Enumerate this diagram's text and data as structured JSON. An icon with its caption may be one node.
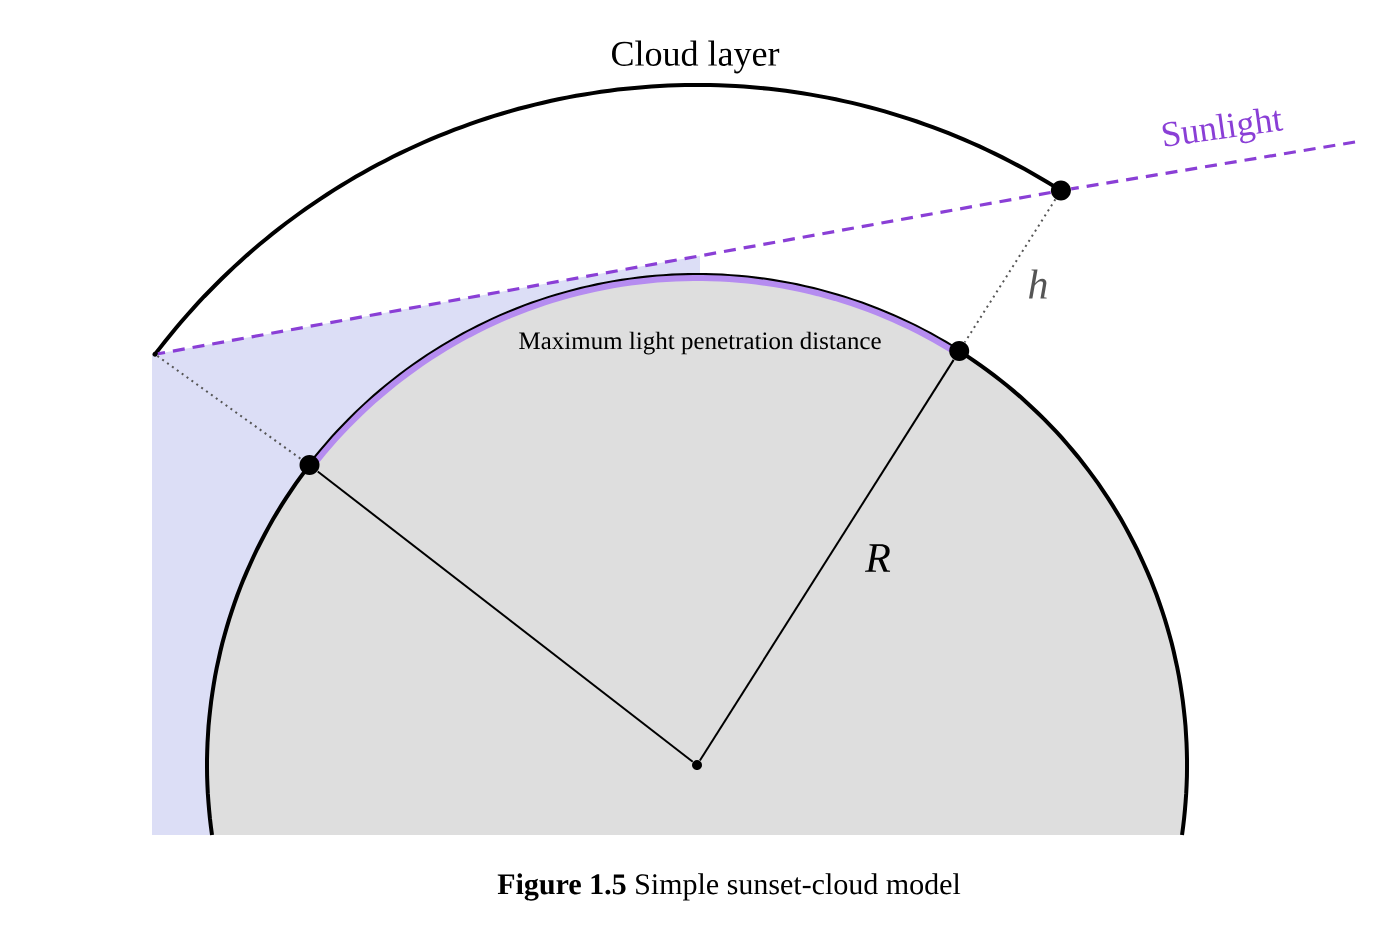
{
  "diagram": {
    "caption": "**Figure 1.5** Simple sunset-cloud model",
    "nodes": [
      {
        "text": [],
        "shape": "circle"
      },
      {
        "text": [],
        "shape": "circle"
      },
      {
        "text": [],
        "shape": "circle"
      },
      {
        "text": [],
        "shape": "circle"
      },
      {
        "text": [],
        "shape": "circle"
      }
    ],
    "edges": [
      {
        "from": 0,
        "to": 2,
        "arrow": "none",
        "label": "R"
      },
      {
        "from": 0,
        "to": 1,
        "arrow": "none"
      },
      {
        "from": 3,
        "to": 2,
        "arrow": "none",
        "label": "h",
        "style": "dashed",
        "color": "#555555"
      },
      {
        "from": 4,
        "to": 1,
        "arrow": "none",
        "style": "dashed",
        "color": "#555555"
      },
      {
        "from": null,
        "to": 3,
        "arrow": "none",
        "label": "Sunlight",
        "style": "dashed",
        "color": "#8a3fd6"
      },
      {
        "from": 3,
        "to": 4,
        "arrow": "none",
        "style": "dashed",
        "color": "#8a3fd6"
      }
    ],
    "labels": [
      "Cloud layer",
      "Maximum light penetration distance"
    ]
  }
}
